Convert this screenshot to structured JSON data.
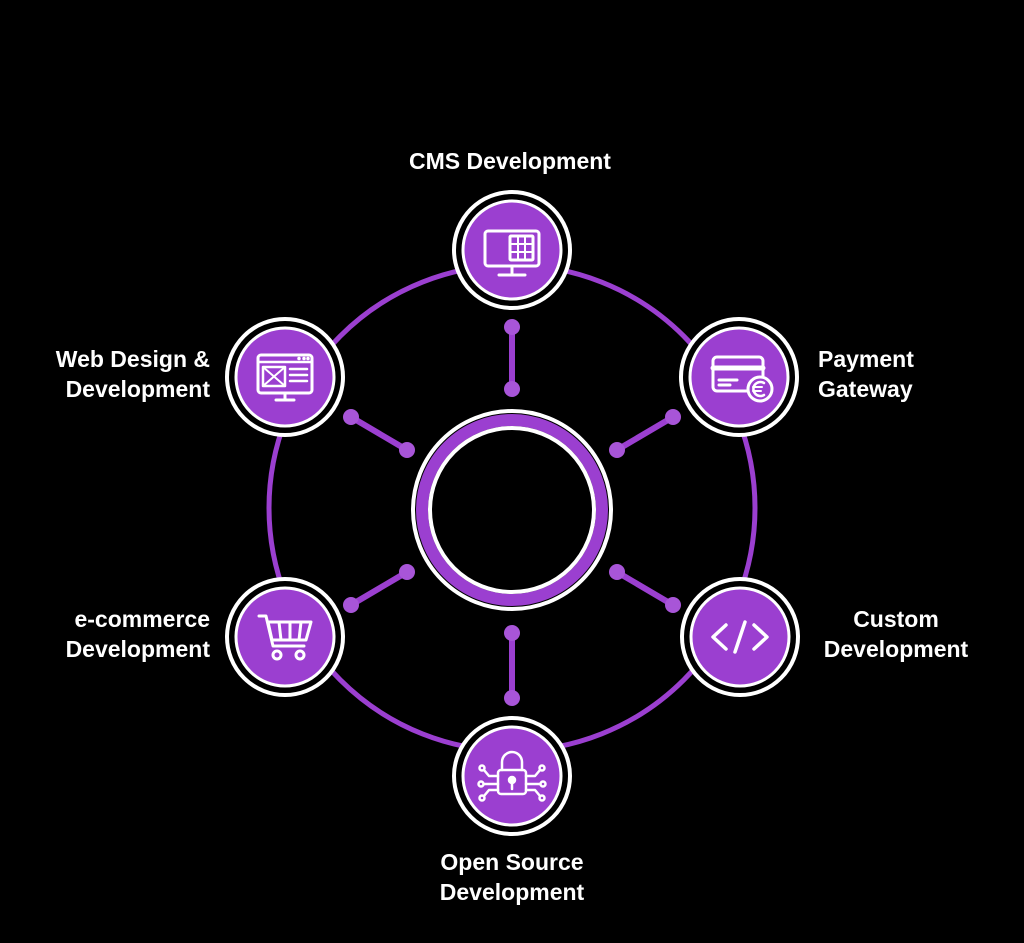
{
  "colors": {
    "background": "#000000",
    "accent": "#9b3fd0",
    "accent_light": "#a855d8",
    "outline": "#ffffff"
  },
  "nodes": [
    {
      "id": "cms",
      "lines": [
        "CMS Development"
      ],
      "icon": "monitor-grid-icon"
    },
    {
      "id": "payment",
      "lines": [
        "Payment",
        "Gateway"
      ],
      "icon": "credit-card-euro-icon"
    },
    {
      "id": "custom",
      "lines": [
        "Custom",
        "Development"
      ],
      "icon": "code-brackets-icon"
    },
    {
      "id": "open",
      "lines": [
        "Open Source",
        "Development"
      ],
      "icon": "circuit-lock-icon"
    },
    {
      "id": "ecommerce",
      "lines": [
        "e-commerce",
        "Development"
      ],
      "icon": "shopping-cart-icon"
    },
    {
      "id": "web",
      "lines": [
        "Web Design &",
        "Development"
      ],
      "icon": "browser-window-icon"
    }
  ]
}
